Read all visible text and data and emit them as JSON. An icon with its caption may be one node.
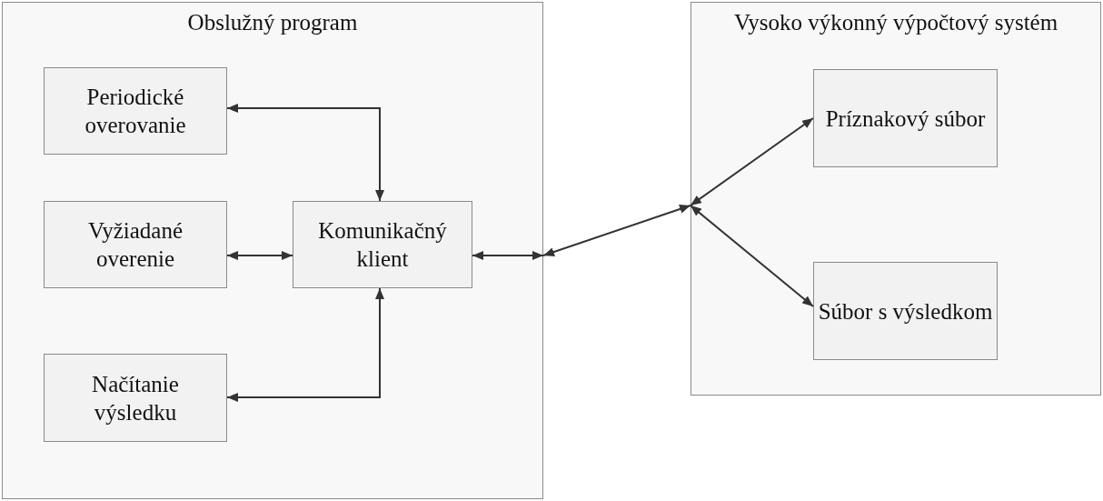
{
  "diagram": {
    "nodes": [
      {
        "text": [
          "Obslužný program"
        ]
      },
      {
        "text": [
          "Periodické overovanie"
        ],
        "in": 0
      },
      {
        "text": [
          "Vyžiadané overenie"
        ],
        "in": 0
      },
      {
        "text": [
          "Komunikačný klient"
        ],
        "in": 0
      },
      {
        "text": [
          "Načítanie výsledku"
        ],
        "in": 0
      },
      {
        "text": [
          "Vysoko výkonný výpočtový systém"
        ]
      },
      {
        "text": [
          "Príznakový súbor"
        ],
        "in": 5
      },
      {
        "text": [
          "Súbor s výsledkom"
        ],
        "in": 5
      }
    ],
    "edges": [
      {
        "from": 1,
        "to": 3,
        "arrow": "both"
      },
      {
        "from": 2,
        "to": 3,
        "arrow": "both"
      },
      {
        "from": 4,
        "to": 3,
        "arrow": "both"
      },
      {
        "from": 3,
        "to": 0,
        "arrow": "both"
      },
      {
        "from": 0,
        "to": 5,
        "arrow": "both"
      },
      {
        "from": 5,
        "to": 6,
        "arrow": "both"
      },
      {
        "from": 5,
        "to": 7,
        "arrow": "both"
      }
    ]
  }
}
